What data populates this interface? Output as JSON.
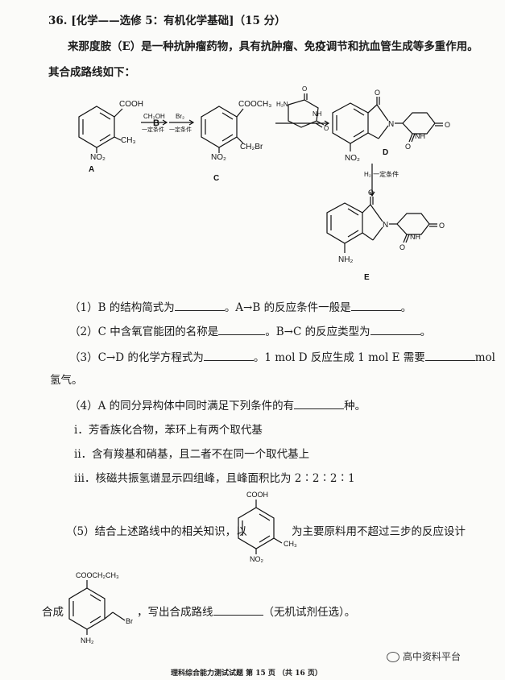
{
  "header": {
    "qnum": "36.",
    "title": "[化学——选修 5：有机化学基础]",
    "points": "（15 分）"
  },
  "intro": {
    "line1": "来那度胺（E）是一种抗肿瘤药物，具有抗肿瘤、免疫调节和抗血管生成等多重作用。",
    "line2": "其合成路线如下："
  },
  "scheme": {
    "A": {
      "cooh": "COOH",
      "ch3": "CH₃",
      "no2": "NO₂",
      "label": "A"
    },
    "arrow1": {
      "top": "CH₃OH",
      "bottom": "一定条件",
      "product": "B"
    },
    "arrow2": {
      "top": "Br₂",
      "bottom": "一定条件"
    },
    "C": {
      "ester": "COOCH₃",
      "ch2br": "CH₂Br",
      "no2": "NO₂",
      "label": "C"
    },
    "reagent": {
      "h2n": "H₂N",
      "nh": "NH",
      "o1": "O",
      "o2": "O"
    },
    "D": {
      "o1": "O",
      "n": "N",
      "o2": "O",
      "nh": "NH",
      "o3": "O",
      "no2": "NO₂",
      "label": "D"
    },
    "arrow4": {
      "label": "H₂ 一定条件"
    },
    "E": {
      "o1": "O",
      "n": "N",
      "o2": "O",
      "nh": "NH",
      "o3": "O",
      "nh2": "NH₂",
      "label": "E"
    }
  },
  "questions": {
    "q1a": "（1）B 的结构简式为",
    "q1b": "。A→B 的反应条件一般是",
    "q1c": "。",
    "q2a": "（2）C 中含氧官能团的名称是",
    "q2b": "。B→C 的反应类型为",
    "q2c": "。",
    "q3a": "（3）C→D 的化学方程式为",
    "q3b": "。1 mol D 反应生成 1 mol E 需要",
    "q3c": "mol",
    "q3d": "氢气。",
    "q4a": "（4）A 的同分异构体中同时满足下列条件的有",
    "q4b": "种。",
    "q4i": "i．芳香族化合物，苯环上有两个取代基",
    "q4ii": "ii．含有羧基和硝基，且二者不在同一个取代基上",
    "q4iii": "iii．核磁共振氢谱显示四组峰，且峰面积比为 2∶2∶2∶1",
    "q5a": "（5）结合上述路线中的相关知识，以",
    "q5b": "为主要原料用不超过三步的反应设计",
    "q5c": "合成",
    "q5d": "，写出合成路线",
    "q5e": "（无机试剂任选）。"
  },
  "q5_struct1": {
    "cooh": "COOH",
    "ch3": "CH₃",
    "no2": "NO₂"
  },
  "q5_struct2": {
    "ester": "COOCH₂CH₃",
    "br": "Br",
    "nh2": "NH₂"
  },
  "footer": "理科综合能力测试试题  第 15 页  （共 16 页）",
  "watermark": "高中资料平台"
}
